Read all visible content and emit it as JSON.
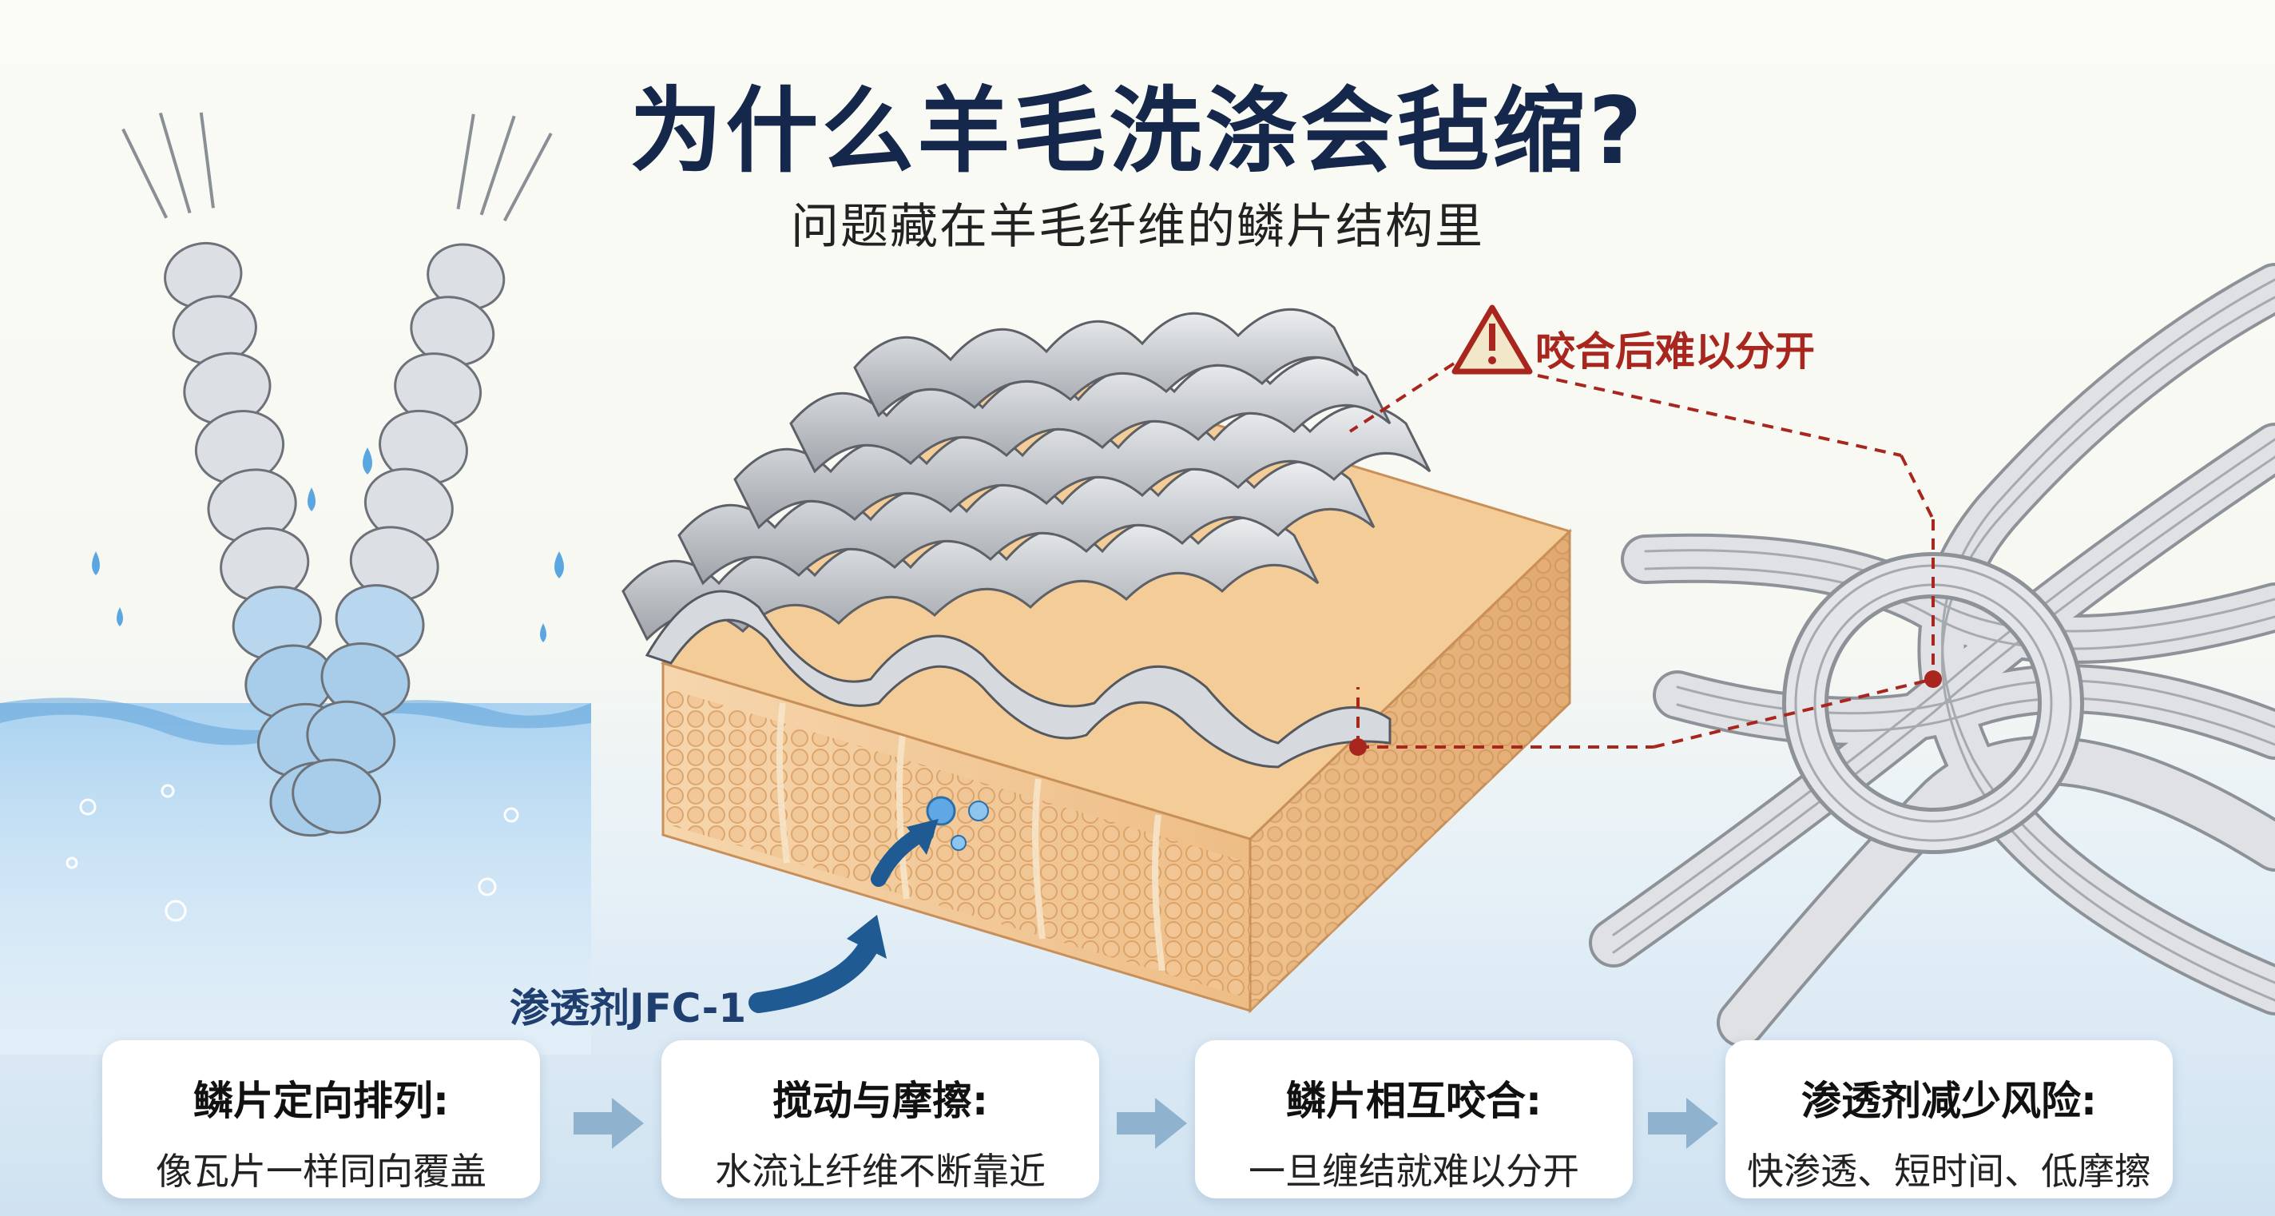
{
  "title": "为什么羊毛洗涤会毡缩?",
  "subtitle": "问题藏在羊毛纤维的鳞片结构里",
  "labels": {
    "warning": "咬合后难以分开",
    "agent": "渗透剂JFC-1"
  },
  "steps": [
    {
      "title": "鳞片定向排列:",
      "desc": "像瓦片一样同向覆盖"
    },
    {
      "title": "搅动与摩擦:",
      "desc": "水流让纤维不断靠近"
    },
    {
      "title": "鳞片相互咬合:",
      "desc": "一旦缠结就难以分开"
    },
    {
      "title": "渗透剂减少风险:",
      "desc": "快渗透、短时间、低摩擦"
    }
  ],
  "colors": {
    "title": "#15284b",
    "warning": "#a8261e",
    "agent_arrow": "#1f5a92",
    "water": "#7fb7e3",
    "cortex": "#f3c999",
    "scale": "#bfc2c6"
  }
}
